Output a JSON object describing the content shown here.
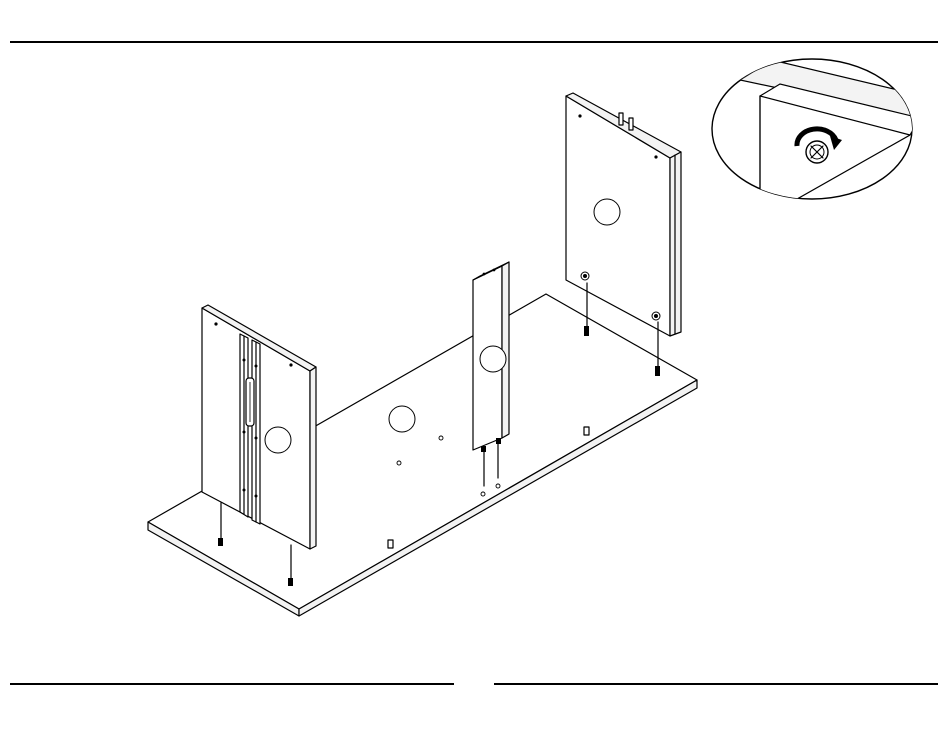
{
  "page": {
    "header_rule": "top-divider",
    "footer_rules": [
      "bottom-left-divider",
      "bottom-right-divider"
    ]
  },
  "illustration": {
    "parts": [
      "base-panel",
      "left-side-panel",
      "center-divider-panel",
      "right-side-panel",
      "cam-lock-detail-callout"
    ],
    "icons": [
      "rotate-arrow-icon",
      "cam-lock-icon"
    ]
  },
  "colors": {
    "line": "#000000",
    "background": "#ffffff",
    "edge_fill": "#f3f3f3"
  }
}
